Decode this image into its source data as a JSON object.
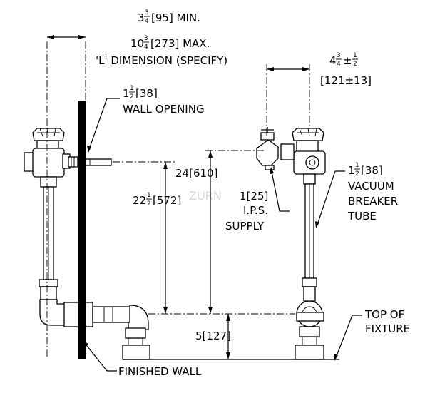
{
  "dimensions": {
    "l_min": {
      "whole": "3",
      "num": "3",
      "den": "4",
      "rest": "[95] MIN."
    },
    "l_max": {
      "whole": "10",
      "num": "3",
      "den": "4",
      "rest": "[273] MAX."
    },
    "l_note": "'L' DIMENSION (SPECIFY)",
    "offset": {
      "whole": "4",
      "num": "3",
      "den": "4",
      "pm": "±",
      "pm_num": "1",
      "pm_den": "2"
    },
    "offset_metric": "[121±13]",
    "wall_opening_size": {
      "whole": "1",
      "num": "1",
      "den": "2",
      "rest": "[38]"
    },
    "wall_opening_label": "WALL OPENING",
    "height_24": "24[610]",
    "height_22": {
      "whole": "22",
      "num": "1",
      "den": "2",
      "rest": "[572]"
    },
    "supply_size": "1[25]",
    "supply_ips": "I.P.S.",
    "supply_label": "SUPPLY",
    "vb_size": {
      "whole": "1",
      "num": "1",
      "den": "2",
      "rest": "[38]"
    },
    "vb_line1": "VACUUM",
    "vb_line2": "BREAKER",
    "vb_line3": "TUBE",
    "height_5": "5[127]",
    "top_fixture_1": "TOP OF",
    "top_fixture_2": "FIXTURE",
    "finished_wall": "FINISHED WALL"
  }
}
